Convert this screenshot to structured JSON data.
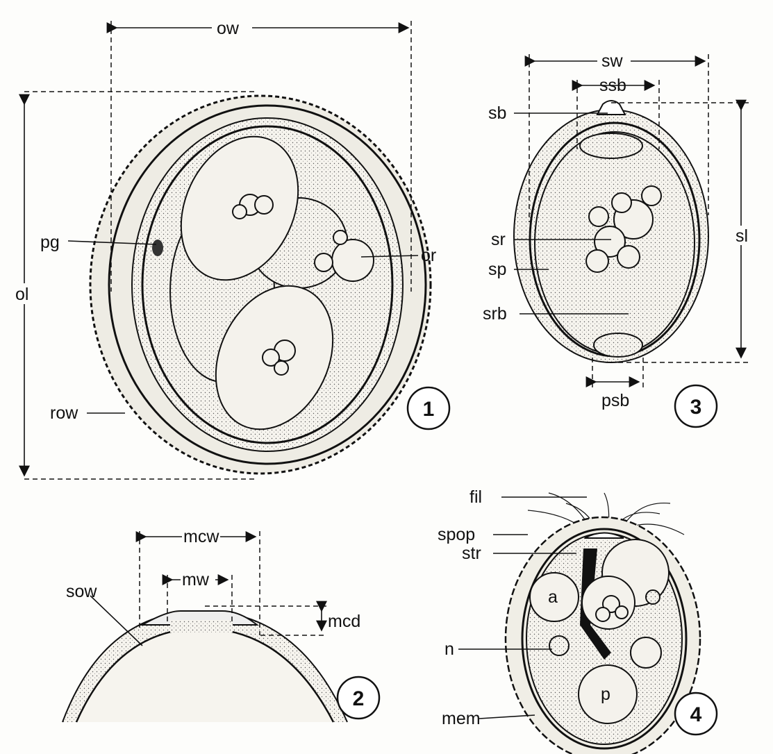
{
  "figure1": {
    "number": "1",
    "labels": {
      "ow": "ow",
      "ol": "ol",
      "pg": "pg",
      "or": "or",
      "row": "row"
    }
  },
  "figure2": {
    "number": "2",
    "labels": {
      "mcw": "mcw",
      "mw": "mw",
      "sow": "sow",
      "mcd": "mcd"
    }
  },
  "figure3": {
    "number": "3",
    "labels": {
      "sw": "sw",
      "ssb": "ssb",
      "sb": "sb",
      "sr": "sr",
      "sp": "sp",
      "srb": "srb",
      "sl": "sl",
      "psb": "psb"
    }
  },
  "figure4": {
    "number": "4",
    "labels": {
      "fil": "fil",
      "spop": "spop",
      "str": "str",
      "a": "a",
      "n": "n",
      "p": "p",
      "mem": "mem"
    }
  }
}
